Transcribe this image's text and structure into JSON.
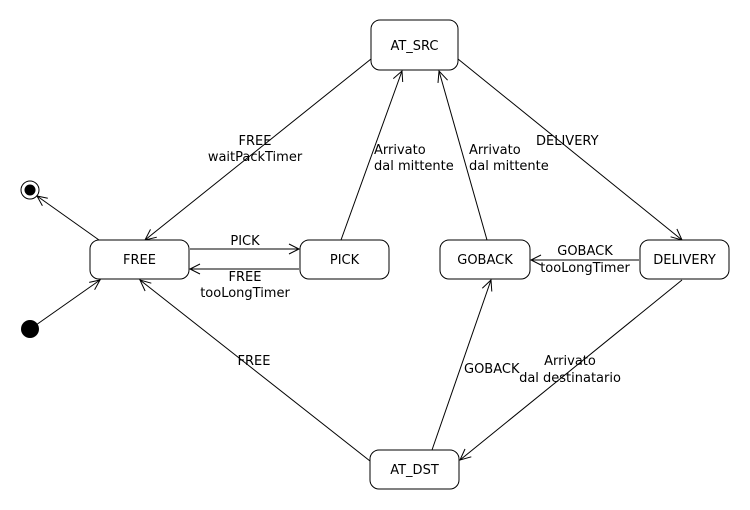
{
  "states": {
    "at_src": "AT_SRC",
    "free": "FREE",
    "pick": "PICK",
    "goback": "GOBACK",
    "delivery": "DELIVERY",
    "at_dst": "AT_DST"
  },
  "transitions": {
    "at_src_to_free": [
      "FREE",
      "waitPackTimer"
    ],
    "pick_to_at_src": [
      "Arrivato",
      "dal mittente"
    ],
    "goback_to_at_src": [
      "Arrivato",
      "dal mittente"
    ],
    "at_src_to_delivery": [
      "DELIVERY"
    ],
    "free_to_pick": [
      "PICK"
    ],
    "pick_to_free": [
      "FREE",
      "tooLongTimer"
    ],
    "delivery_to_goback": [
      "GOBACK",
      "tooLongTimer"
    ],
    "at_dst_to_free": [
      "FREE"
    ],
    "at_dst_to_goback": [
      "GOBACK"
    ],
    "delivery_to_at_dst": [
      "Arrivato",
      "dal destinatario"
    ]
  },
  "pseudostates": [
    "initial",
    "final"
  ],
  "colors": {
    "line": "#000000",
    "fill": "#ffffff",
    "initial": "#000000"
  }
}
